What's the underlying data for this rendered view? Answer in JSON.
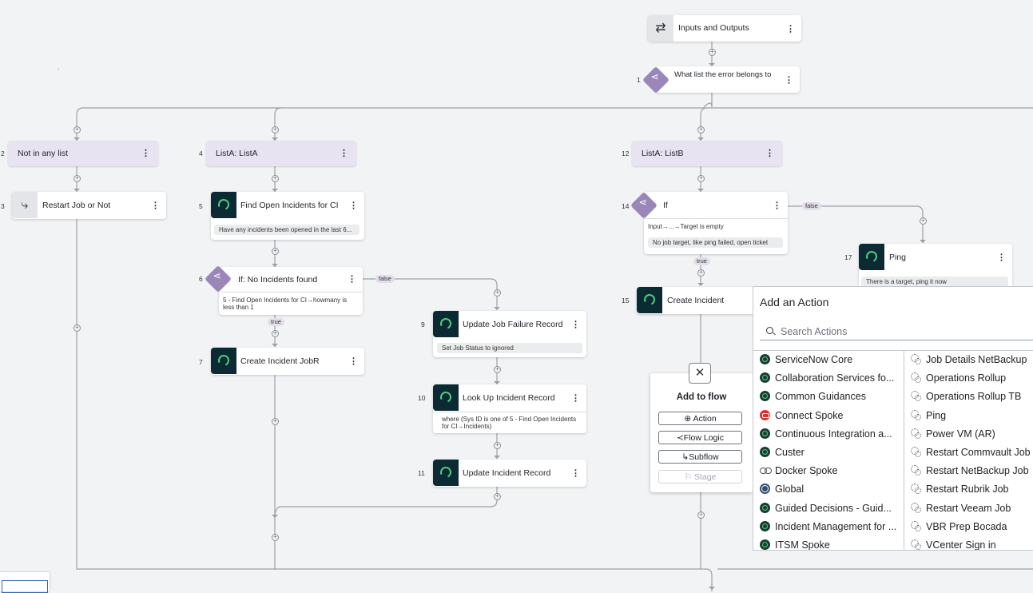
{
  "io_card": {
    "label": "Inputs and Outputs"
  },
  "top_decision": {
    "number": "1",
    "label": "What list the error belongs to"
  },
  "lanes": [
    {
      "number": "2",
      "label": "Not in any list"
    },
    {
      "number": "4",
      "label": "ListA: ListA"
    },
    {
      "number": "12",
      "label": "ListA: ListB"
    }
  ],
  "steps": {
    "s3": {
      "number": "3",
      "label": "Restart Job or Not"
    },
    "s5": {
      "number": "5",
      "label": "Find Open Incidents for CI",
      "detail": "Have any incidents been opened in the last 6..."
    },
    "s6": {
      "number": "6",
      "label": "If: No Incidents found",
      "detail": "5 - Find Open Incidents for CI→howmany is less than 1"
    },
    "s7": {
      "number": "7",
      "label": "Create Incident JobR"
    },
    "s9": {
      "number": "9",
      "label": "Update Job Failure Record",
      "detail": "Set Job Status to ignored"
    },
    "s10": {
      "number": "10",
      "label": "Look Up Incident Record",
      "detail": "where (Sys ID is one of 5 - Find Open Incidents for CI→Incidents)"
    },
    "s11": {
      "number": "11",
      "label": "Update Incident Record"
    },
    "s14": {
      "number": "14",
      "label": "If",
      "condition": "Input→...→Target is empty",
      "detail": "No job target, like ping failed, open ticket"
    },
    "s15": {
      "number": "15",
      "label": "Create Incident"
    },
    "s17": {
      "number": "17",
      "label": "Ping",
      "detail": "There is a target, ping it now"
    }
  },
  "branch_tags": {
    "true_label": "true",
    "false_label": "false"
  },
  "add_to_flow": {
    "title": "Add to flow",
    "action": "Action",
    "flow_logic": "Flow Logic",
    "subflow": "Subflow",
    "stage": "Stage"
  },
  "add_action_panel": {
    "title": "Add an Action",
    "search_placeholder": "Search Actions",
    "spokes": [
      {
        "label": "ServiceNow Core",
        "icon": "servicenow-icon"
      },
      {
        "label": "Collaboration Services fo...",
        "icon": "servicenow-icon"
      },
      {
        "label": "Common Guidances",
        "icon": "servicenow-icon"
      },
      {
        "label": "Connect Spoke",
        "icon": "connect-icon"
      },
      {
        "label": "Continuous Integration a...",
        "icon": "servicenow-icon"
      },
      {
        "label": "Custer",
        "icon": "servicenow-icon"
      },
      {
        "label": "Docker Spoke",
        "icon": "chain-link-icon"
      },
      {
        "label": "Global",
        "icon": "globe-icon"
      },
      {
        "label": "Guided Decisions - Guid...",
        "icon": "servicenow-icon"
      },
      {
        "label": "Incident Management for ...",
        "icon": "servicenow-icon"
      },
      {
        "label": "ITSM Spoke",
        "icon": "servicenow-icon"
      }
    ],
    "actions": [
      {
        "label": "Job Details NetBackup",
        "icon": "gears-icon"
      },
      {
        "label": "Operations Rollup",
        "icon": "gears-icon"
      },
      {
        "label": "Operations Rollup TB",
        "icon": "gears-icon"
      },
      {
        "label": "Ping",
        "icon": "gears-icon"
      },
      {
        "label": "Power VM (AR)",
        "icon": "gears-icon"
      },
      {
        "label": "Restart Commvault Job",
        "icon": "gears-icon"
      },
      {
        "label": "Restart NetBackup Job",
        "icon": "gears-icon"
      },
      {
        "label": "Restart Rubrik Job",
        "icon": "gears-icon"
      },
      {
        "label": "Restart Veeam Job",
        "icon": "gears-icon"
      },
      {
        "label": "VBR Prep  Bocada",
        "icon": "gears-icon"
      },
      {
        "label": "VCenter Sign in",
        "icon": "gears-icon"
      }
    ]
  },
  "colors": {
    "canvas": "#f2f3f4",
    "lane": "#e8e3f0",
    "decision": "#9a86b8",
    "action_icon_bg": "#0b2a34",
    "action_icon_accent": "#4fd17c"
  }
}
